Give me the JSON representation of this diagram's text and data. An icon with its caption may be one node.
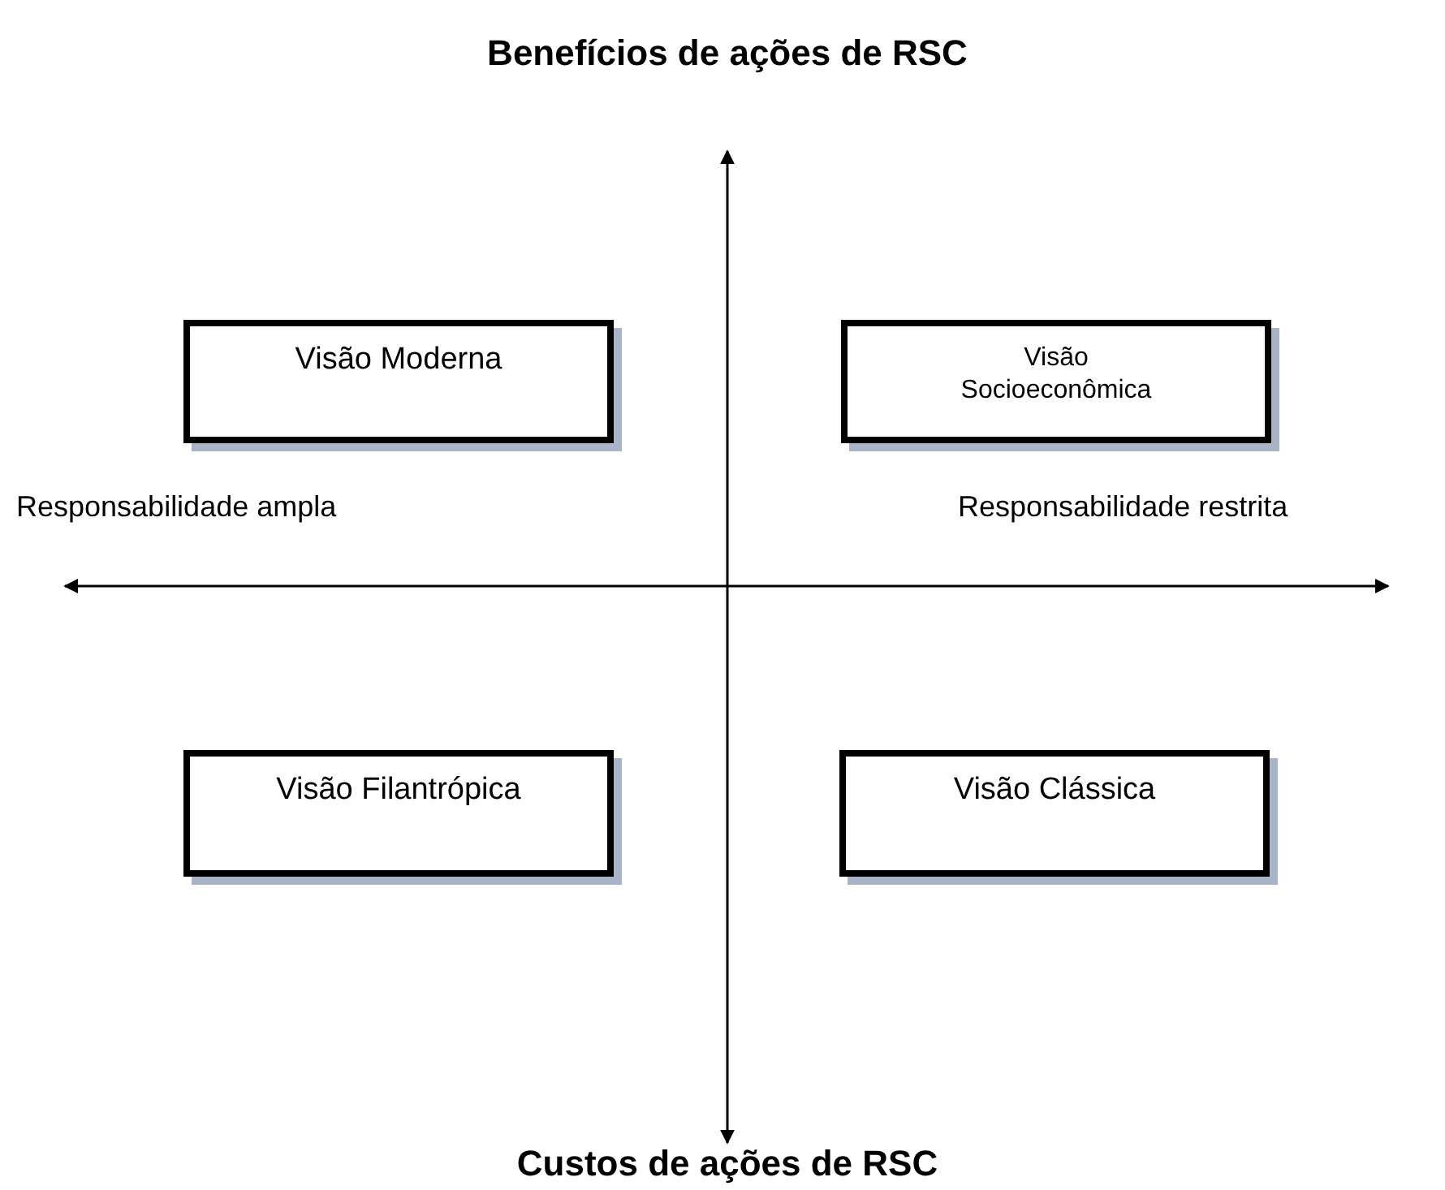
{
  "diagram": {
    "title": "Benefícios de ações de RSC",
    "nodes": [
      {
        "text": [
          "Visão Moderna"
        ]
      },
      {
        "text": [
          "Visão Socioeconômica"
        ]
      },
      {
        "text": [
          "Visão Filantrópica"
        ]
      },
      {
        "text": [
          "Visão Clássica"
        ]
      }
    ],
    "labels": [
      "Responsabilidade ampla",
      "Responsabilidade restrita",
      "Custos de ações de RSC"
    ]
  }
}
